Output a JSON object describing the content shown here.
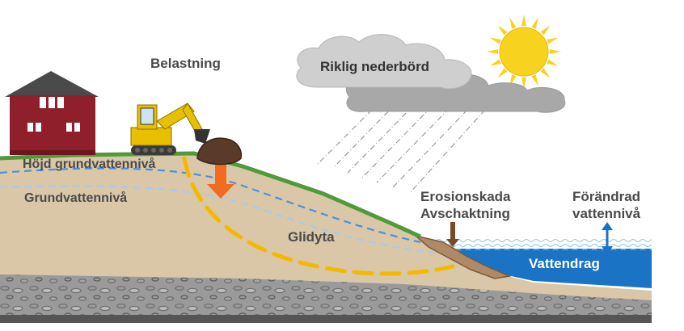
{
  "labels": {
    "belastning": "Belastning",
    "nederbord": "Riklig nederbörd",
    "hojd_grundvatten": "Höjd grundvattennivå",
    "grundvatten": "Grundvattennivå",
    "glidyta": "Glidyta",
    "erosion_line1": "Erosionskada",
    "erosion_line2": "Avschaktning",
    "vattenniva_line1": "Förändrad",
    "vattenniva_line2": "vattennivå",
    "vattendrag": "Vattendrag"
  },
  "colors": {
    "soil": "#d9c7a7",
    "grass": "#4f9a3a",
    "bedrock": "#8e8e8e",
    "bedrock_dark": "#555555",
    "water": "#1a73c4",
    "water_surface": "#cfe8f7",
    "groundwater_line": "#4a90e2",
    "groundwater_line_lower": "#a9c9ee",
    "slip_surface": "#f5b800",
    "load_arrow": "#f26b22",
    "erosion_arrow": "#7a4b2a",
    "water_level_arrow": "#1a73c4",
    "house": "#8f1f2a",
    "roof": "#4a4a4a",
    "excavator": "#e8c000",
    "cloud_light": "#cfcfcf",
    "cloud_dark": "#a8a8a8",
    "sun": "#f7d21e",
    "rain": "#8a8a8a"
  },
  "icons": {
    "house": "house-icon",
    "excavator": "excavator-icon",
    "boulder": "boulder-icon",
    "sun": "sun-icon",
    "cloud": "cloud-icon"
  }
}
